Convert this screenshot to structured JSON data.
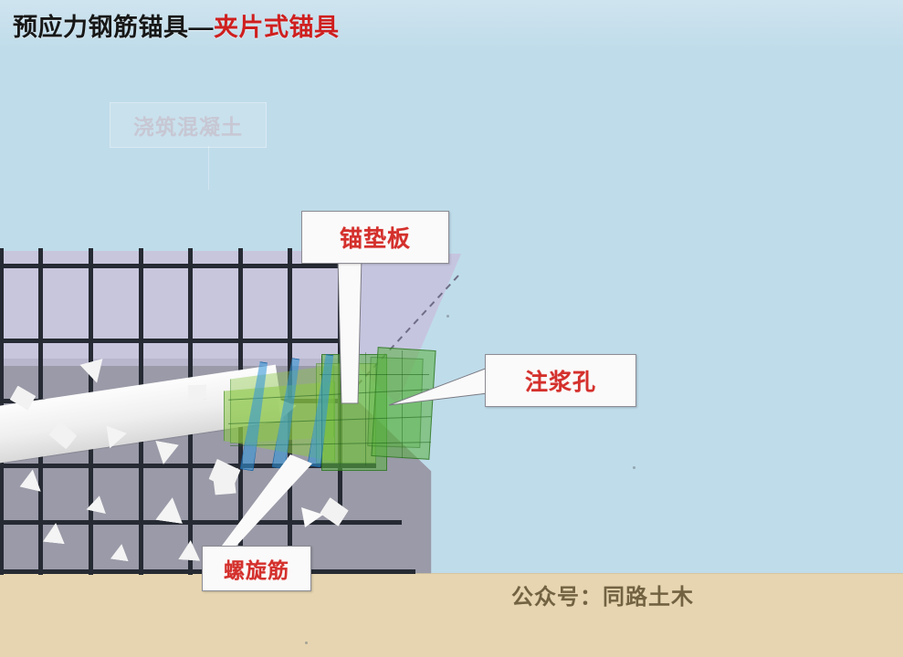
{
  "title": {
    "black_part": "预应力钢筋锚具—",
    "red_part": "夹片式锚具",
    "full": "预应力钢筋锚具—夹片式锚具"
  },
  "callouts": [
    {
      "id": "anchor-bearing-plate",
      "label": "锚垫板",
      "color": "#d4302c"
    },
    {
      "id": "grouting-hole",
      "label": "注浆孔",
      "color": "#d4302c"
    },
    {
      "id": "spiral-reinforcement",
      "label": "螺旋筋",
      "color": "#d4302c"
    }
  ],
  "ghost_label": {
    "label": "浇筑混凝土"
  },
  "watermark": {
    "text": "公众号：同路土木"
  },
  "colors": {
    "sky": "#bfdcea",
    "ground": "#e6d5b0",
    "concrete_upper": "#c8c6dd",
    "concrete_lower": "#9a9aa8",
    "rebar": "#262a33",
    "anchor_green": "#58b03e",
    "anchor_green_light": "#8cc846",
    "spiral_blue": "#3496d7",
    "label_red": "#d4302c",
    "title_black": "#171717"
  },
  "diagram": {
    "name": "prestressed-anchorage-section",
    "elements": [
      "concrete-block",
      "rebar-grid",
      "tendon-duct",
      "green-anchor-cone",
      "blue-spiral-bars",
      "aggregate-chips"
    ]
  }
}
